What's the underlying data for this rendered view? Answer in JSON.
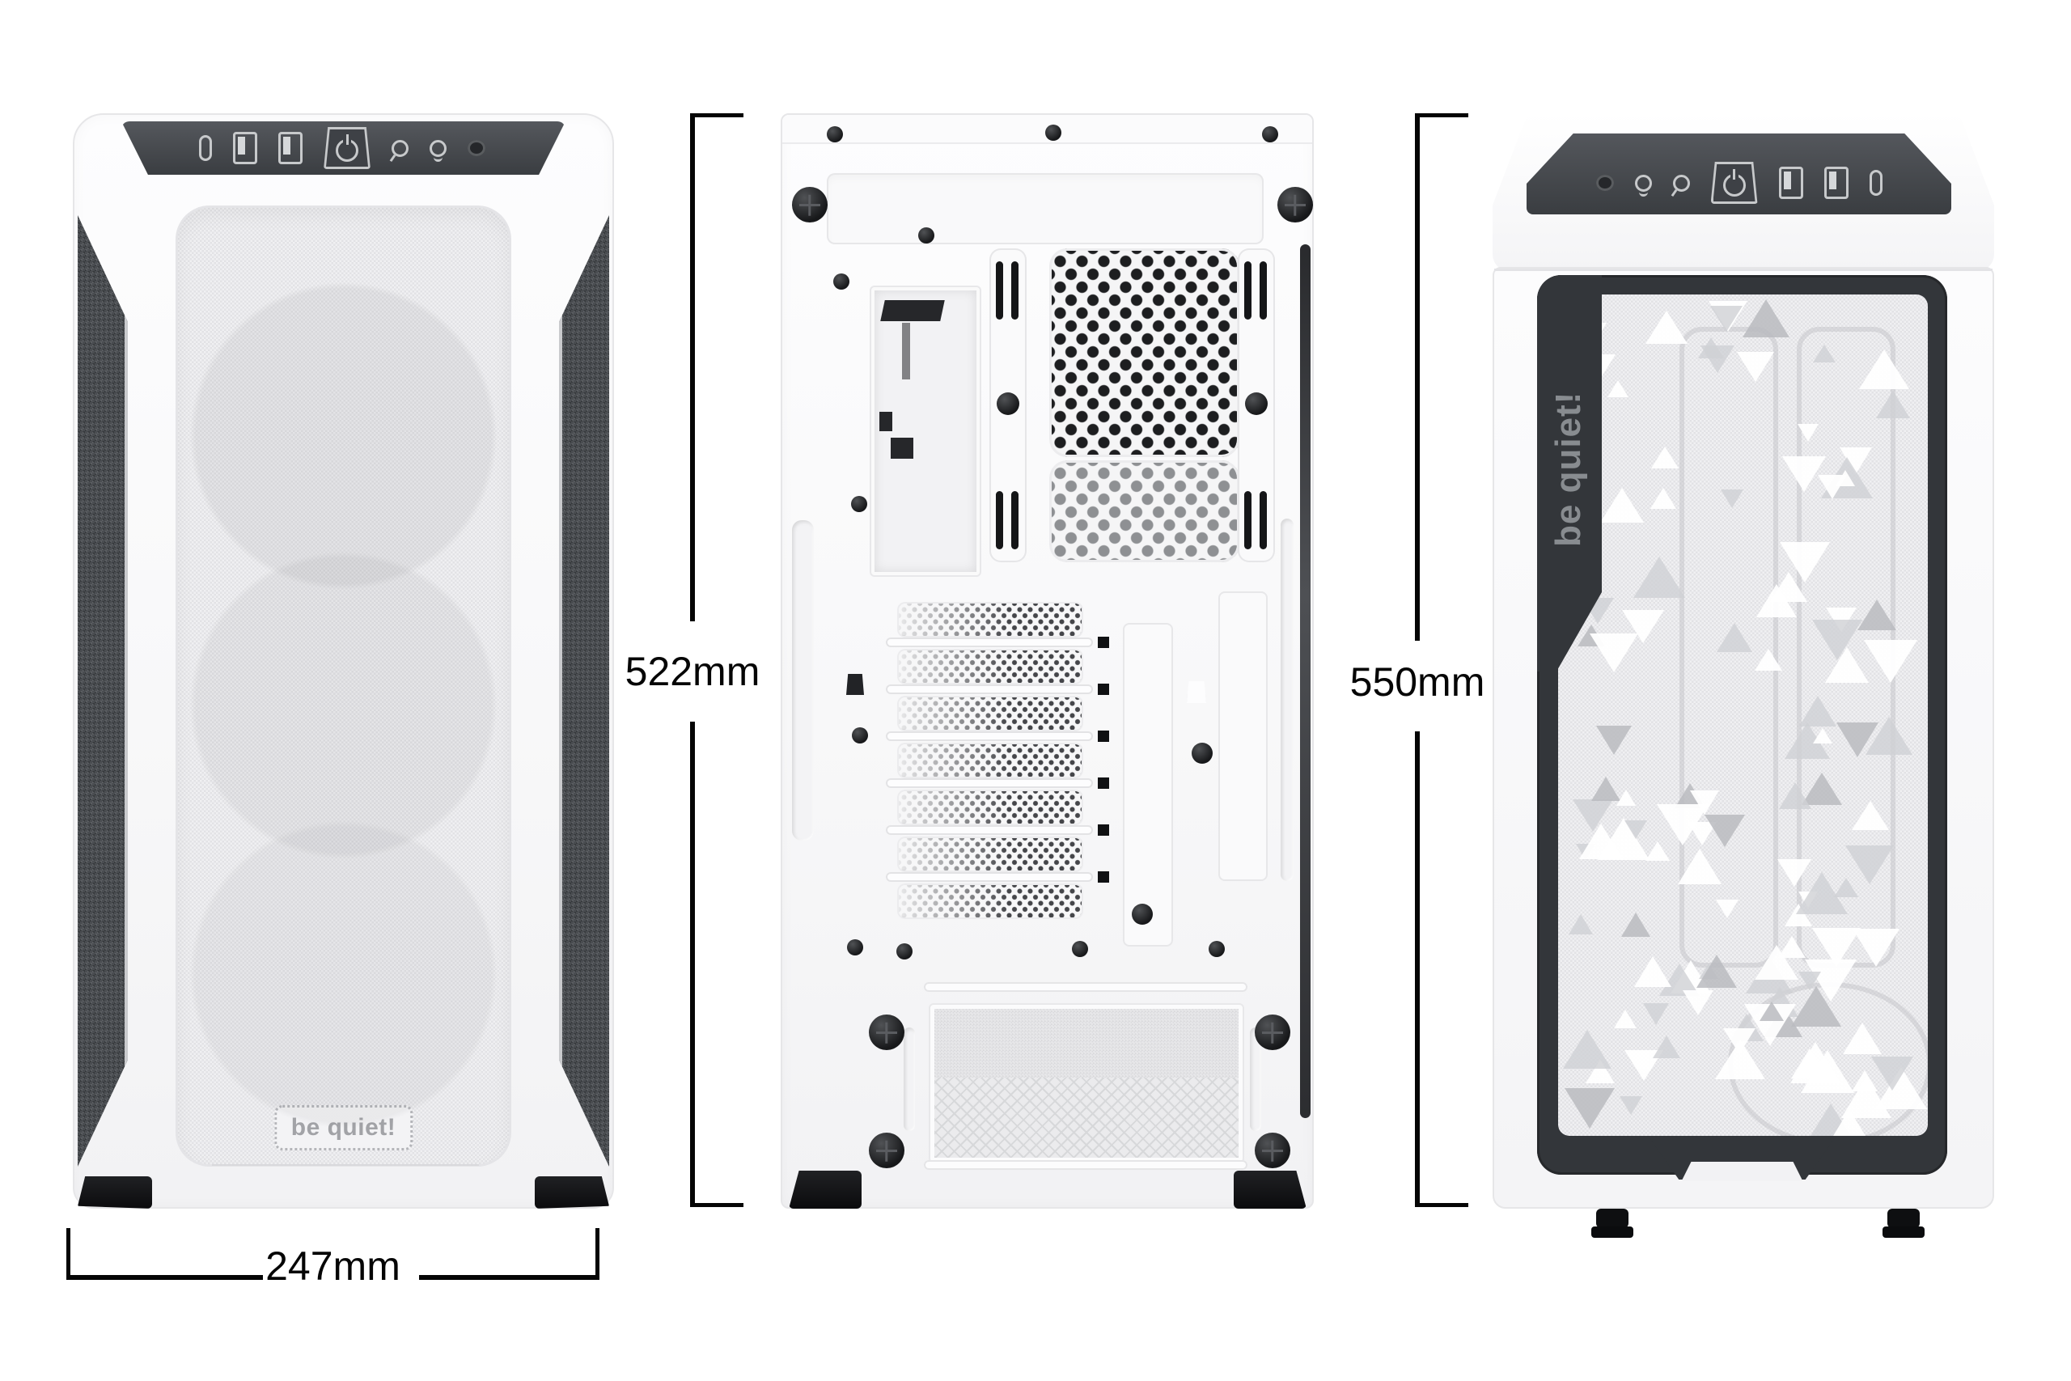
{
  "title": "PC case dimension diagram - front, rear and side views",
  "dimensions": {
    "width": {
      "label": "247mm"
    },
    "height_rear": {
      "label": "522mm"
    },
    "height_side": {
      "label": "550mm"
    }
  },
  "branding": {
    "front_badge": "be quiet!",
    "side_logo": "be quiet!"
  },
  "front_io": [
    "usb-c",
    "usb-a",
    "usb-a",
    "power",
    "mic",
    "headphone",
    "led"
  ],
  "top_io": [
    "led",
    "headphone",
    "mic",
    "power",
    "usb-a",
    "usb-a",
    "usb-c"
  ],
  "rear": {
    "pci_slots": 7
  },
  "colors": {
    "panel_dark": "#3e4146",
    "frame_dark": "#33363a",
    "dimension_ink": "#050505",
    "case_white": "#fafafa",
    "mesh_light": "#f0f0f2",
    "carbon_mesh": "#4a4d51",
    "logo_gray": "#888c90"
  }
}
